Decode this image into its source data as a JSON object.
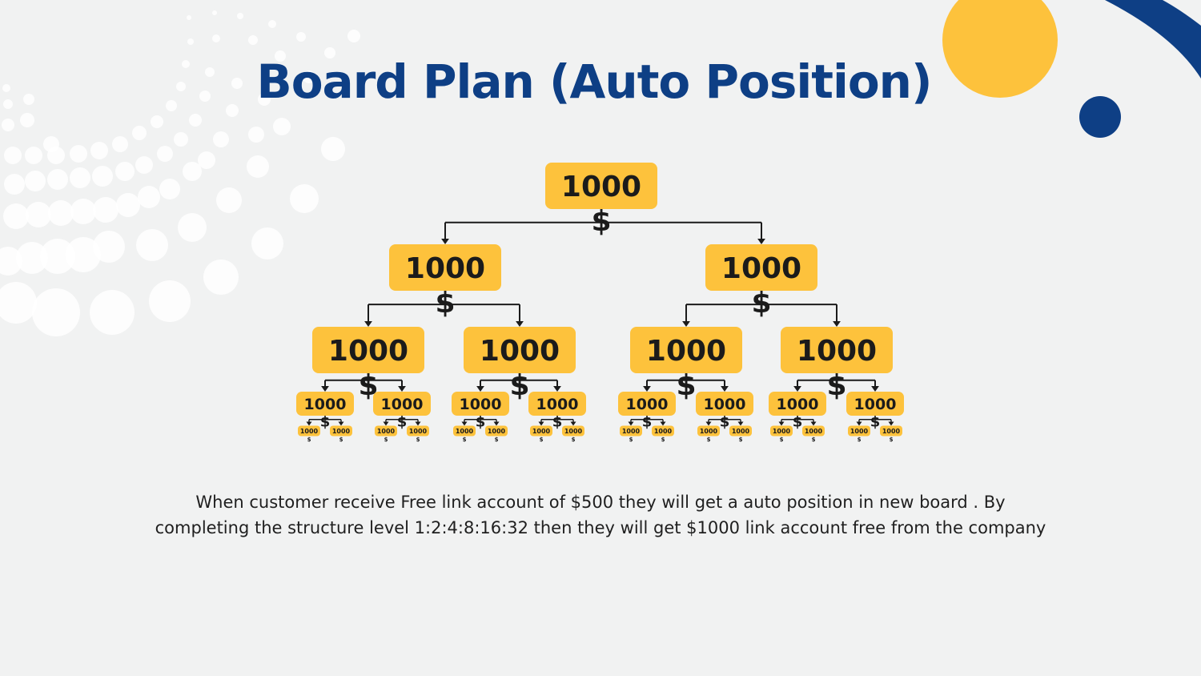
{
  "title": "Board Plan (Auto Position)",
  "description": {
    "line1": "When customer receive Free link account of $500 they will get a auto position in new board . By",
    "line2": "completing the structure level 1:2:4:8:16:32 then they will get $1000 link account free from the company"
  },
  "tree": {
    "node_label": "1000",
    "currency_symbol": "$",
    "levels": [
      1,
      2,
      4,
      8,
      16
    ]
  },
  "colors": {
    "background": "#f1f2f2",
    "title": "#0e3f85",
    "node_fill": "#fdc23c",
    "accent_yellow": "#fdc23c",
    "accent_blue": "#0e3f85",
    "text": "#1b1b1b"
  }
}
